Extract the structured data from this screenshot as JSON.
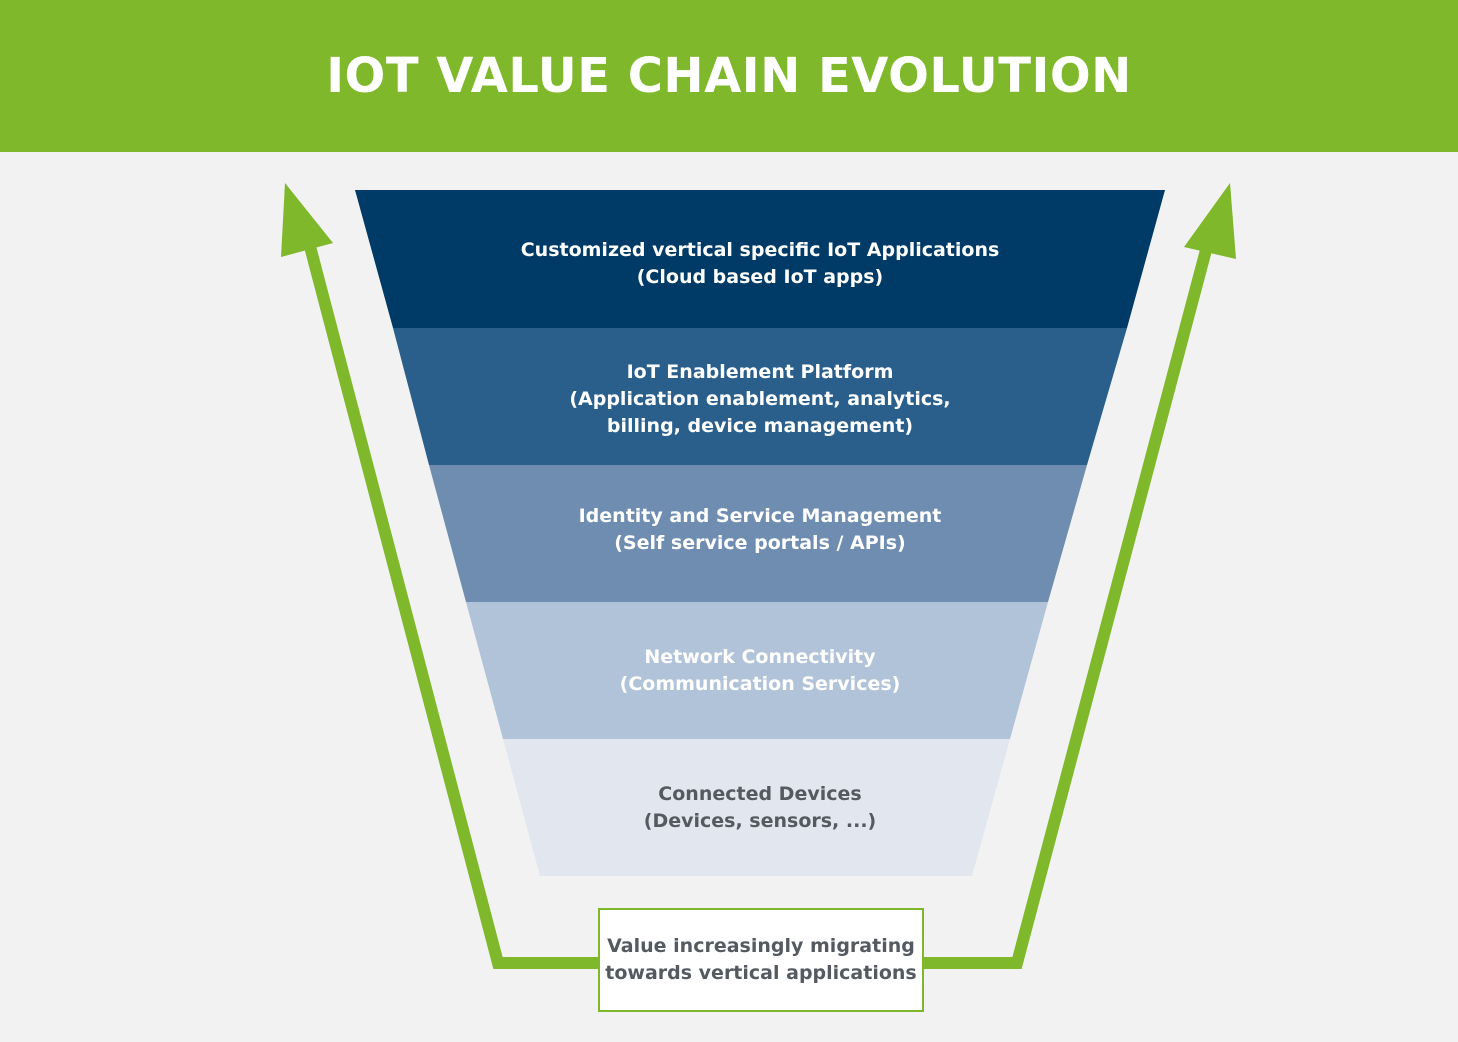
{
  "title": "IOT VALUE CHAIN EVOLUTION",
  "layers": [
    {
      "lines": [
        "Customized vertical specific IoT Applications",
        "(Cloud based IoT apps)"
      ],
      "color": "#003a66"
    },
    {
      "lines": [
        "IoT Enablement Platform",
        "(Application enablement, analytics,",
        "billing, device management)"
      ],
      "color": "#2a5f8c"
    },
    {
      "lines": [
        "Identity and Service Management",
        "(Self service portals / APIs)"
      ],
      "color": "#6e8db0"
    },
    {
      "lines": [
        "Network Connectivity",
        "(Communication Services)"
      ],
      "color": "#b1c3d9"
    },
    {
      "lines": [
        "Connected Devices",
        "(Devices, sensors, ...)"
      ],
      "color": "#e1e6ef"
    }
  ],
  "note": {
    "lines": [
      "Value increasingly migrating",
      "towards vertical applications"
    ]
  },
  "colors": {
    "accent": "#7fb82a",
    "background": "#f2f2f2"
  }
}
